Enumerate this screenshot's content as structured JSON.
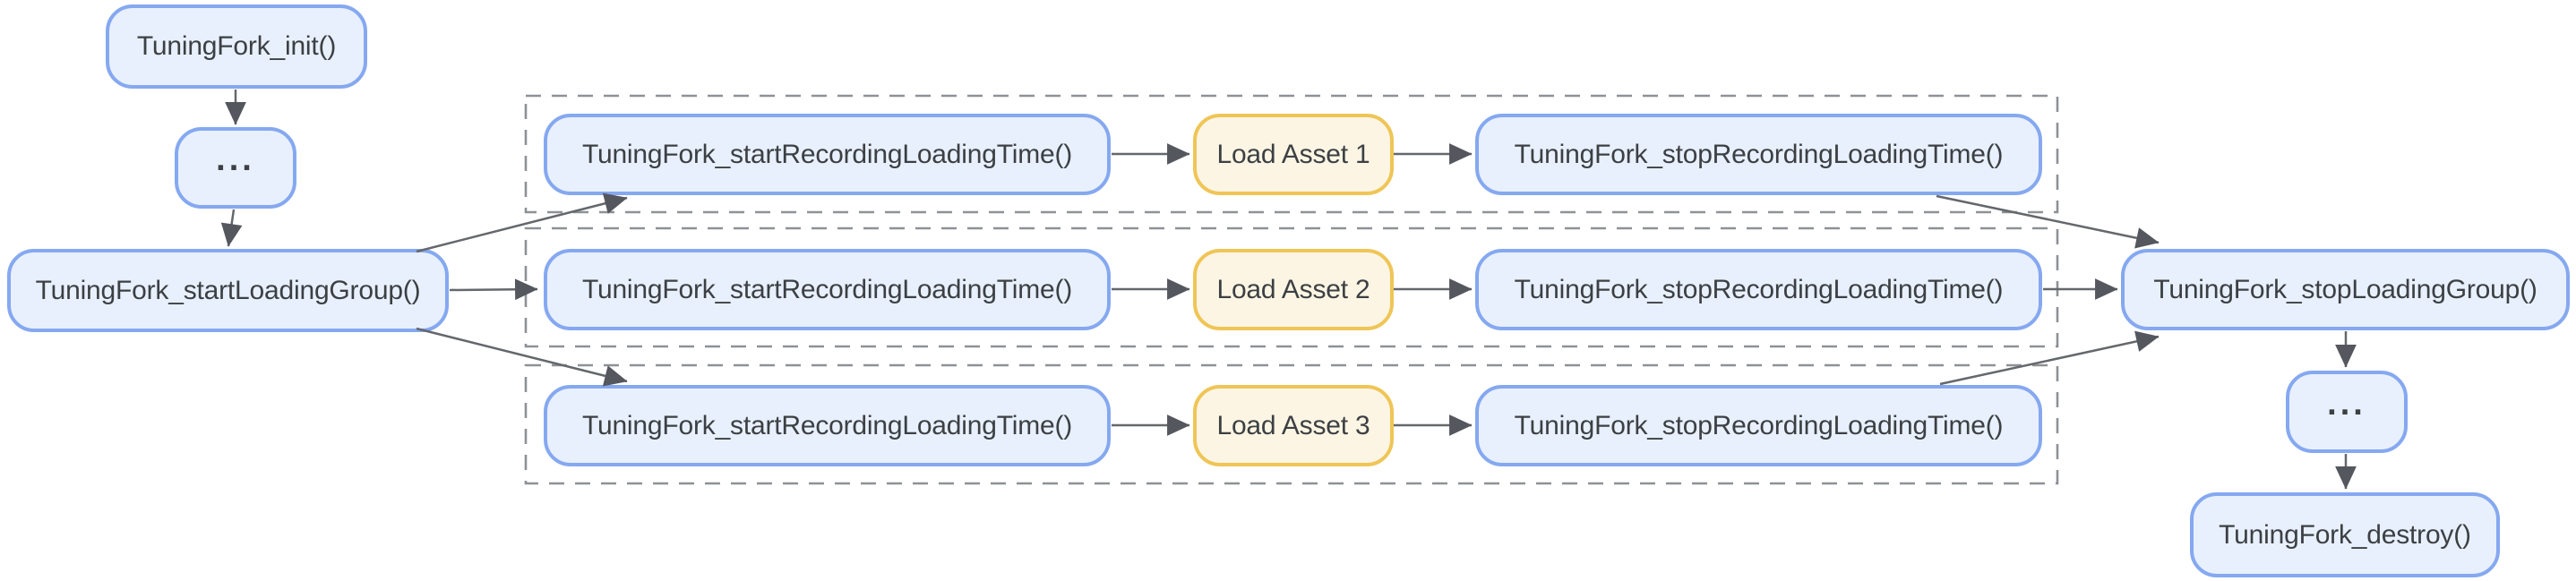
{
  "nodes": {
    "init": "TuningFork_init()",
    "ellipsis_top": "...",
    "start_loading_group": "TuningFork_startLoadingGroup()",
    "stop_loading_group": "TuningFork_stopLoadingGroup()",
    "ellipsis_bottom": "...",
    "destroy": "TuningFork_destroy()"
  },
  "rows": [
    {
      "start": "TuningFork_startRecordingLoadingTime()",
      "asset": "Load Asset 1",
      "stop": "TuningFork_stopRecordingLoadingTime()"
    },
    {
      "start": "TuningFork_startRecordingLoadingTime()",
      "asset": "Load Asset 2",
      "stop": "TuningFork_stopRecordingLoadingTime()"
    },
    {
      "start": "TuningFork_startRecordingLoadingTime()",
      "asset": "Load Asset 3",
      "stop": "TuningFork_stopRecordingLoadingTime()"
    }
  ],
  "colors": {
    "api_node_fill": "#E8F0FE",
    "api_node_border": "#85A8F0",
    "asset_node_fill": "#FDF5E4",
    "asset_node_border": "#EFC556",
    "text": "#3C4043",
    "connector": "#64676C",
    "arrowhead": "#54575D",
    "group_dash": "#8E9196"
  }
}
